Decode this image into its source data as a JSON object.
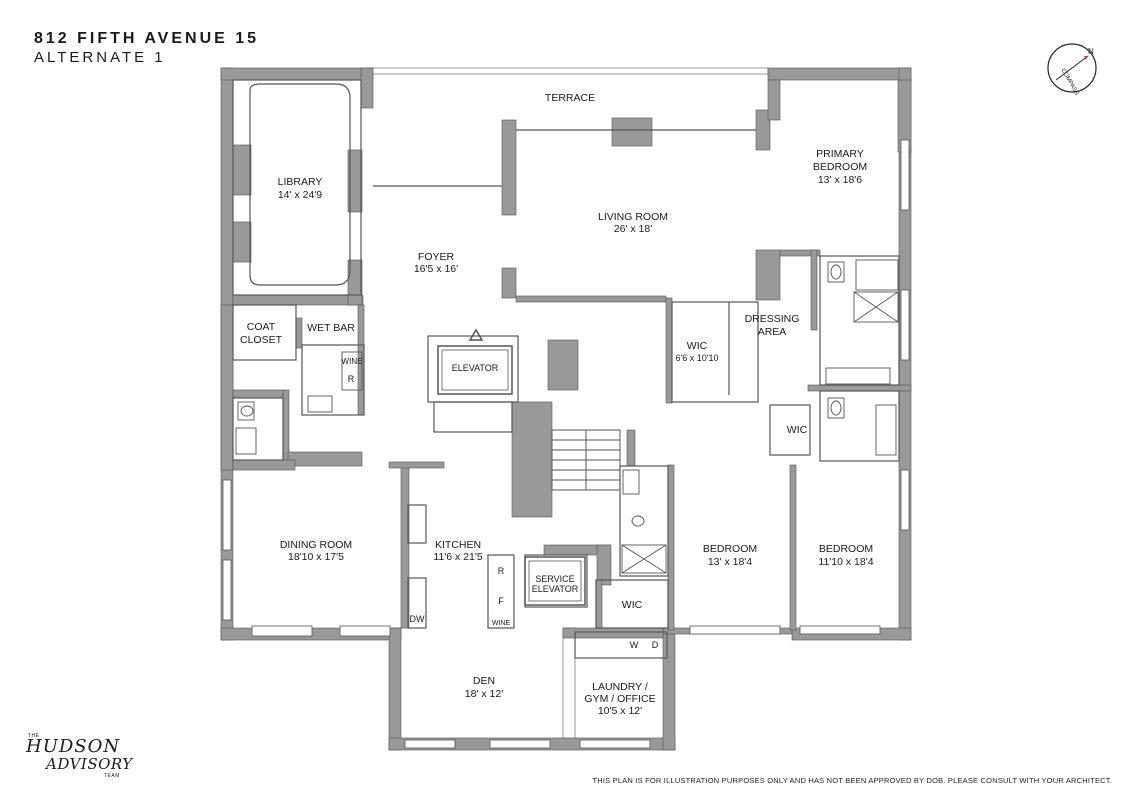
{
  "header": {
    "title": "812 FIFTH AVENUE 15",
    "subtitle": "ALTERNATE 1"
  },
  "rooms": {
    "terrace": {
      "name": "TERRACE"
    },
    "library": {
      "name": "LIBRARY",
      "dims": "14' x 24'9"
    },
    "foyer": {
      "name": "FOYER",
      "dims": "16'5 x 16'"
    },
    "living_room": {
      "name": "LIVING ROOM",
      "dims": "26' x 18'"
    },
    "primary_bedroom": {
      "name1": "PRIMARY",
      "name2": "BEDROOM",
      "dims": "13' x 18'6"
    },
    "coat_closet": {
      "name1": "COAT",
      "name2": "CLOSET"
    },
    "wet_bar": {
      "name": "WET BAR"
    },
    "elevator": {
      "name": "ELEVATOR"
    },
    "wic_primary": {
      "name": "WIC",
      "dims": "6'6 x 10'10"
    },
    "dressing_area": {
      "name1": "DRESSING",
      "name2": "AREA"
    },
    "wic_2": {
      "name": "WIC"
    },
    "dining_room": {
      "name": "DINING ROOM",
      "dims": "18'10 x 17'5"
    },
    "kitchen": {
      "name": "KITCHEN",
      "dims": "11'6 x 21'5"
    },
    "service_elevator": {
      "name1": "SERVICE",
      "name2": "ELEVATOR"
    },
    "bedroom_1": {
      "name": "BEDROOM",
      "dims": "13' x 18'4"
    },
    "bedroom_2": {
      "name": "BEDROOM",
      "dims": "11'10 x 18'4"
    },
    "wic_3": {
      "name": "WIC"
    },
    "den": {
      "name": "DEN",
      "dims": "18' x 12'"
    },
    "laundry": {
      "name1": "LAUNDRY /",
      "name2": "GYM / OFFICE",
      "dims": "10'5 x 12'"
    }
  },
  "fixtures": {
    "wine": "WINE",
    "refrigerator": "R",
    "freezer": "F",
    "dishwasher": "DW",
    "washer": "W",
    "dryer": "D"
  },
  "compass": {
    "label": "COMPASS",
    "north": "N"
  },
  "logo": {
    "the": "THE",
    "line1": "HUDSON",
    "line2": "ADVISORY",
    "team": "TEAM"
  },
  "footer": {
    "disclaimer": "THIS PLAN IS FOR ILLUSTRATION PURPOSES ONLY AND HAS NOT BEEN APPROVED BY DOB. PLEASE CONSULT WITH YOUR ARCHITECT."
  },
  "colors": {
    "wall": "#999999",
    "line": "#555555",
    "text": "#1a1a1a"
  }
}
